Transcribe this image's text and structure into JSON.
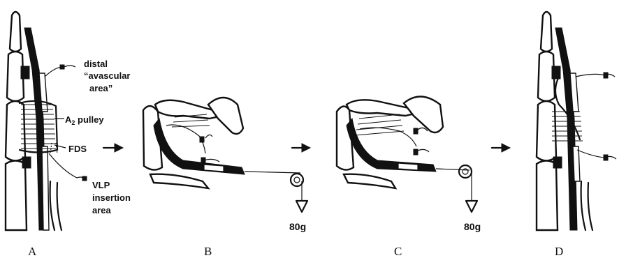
{
  "labels": {
    "distal": "distal",
    "avascular": "“avascular",
    "area_close": "area”",
    "a2_pulley_prefix": "A",
    "a2_pulley_sub": "2",
    "a2_pulley_suffix": " pulley",
    "fds": "FDS",
    "vlp": "VLP",
    "insertion": "insertion",
    "area": "area"
  },
  "weights": {
    "b": "80g",
    "c": "80g"
  },
  "panels": {
    "a": "A",
    "b": "B",
    "c": "C",
    "d": "D"
  }
}
